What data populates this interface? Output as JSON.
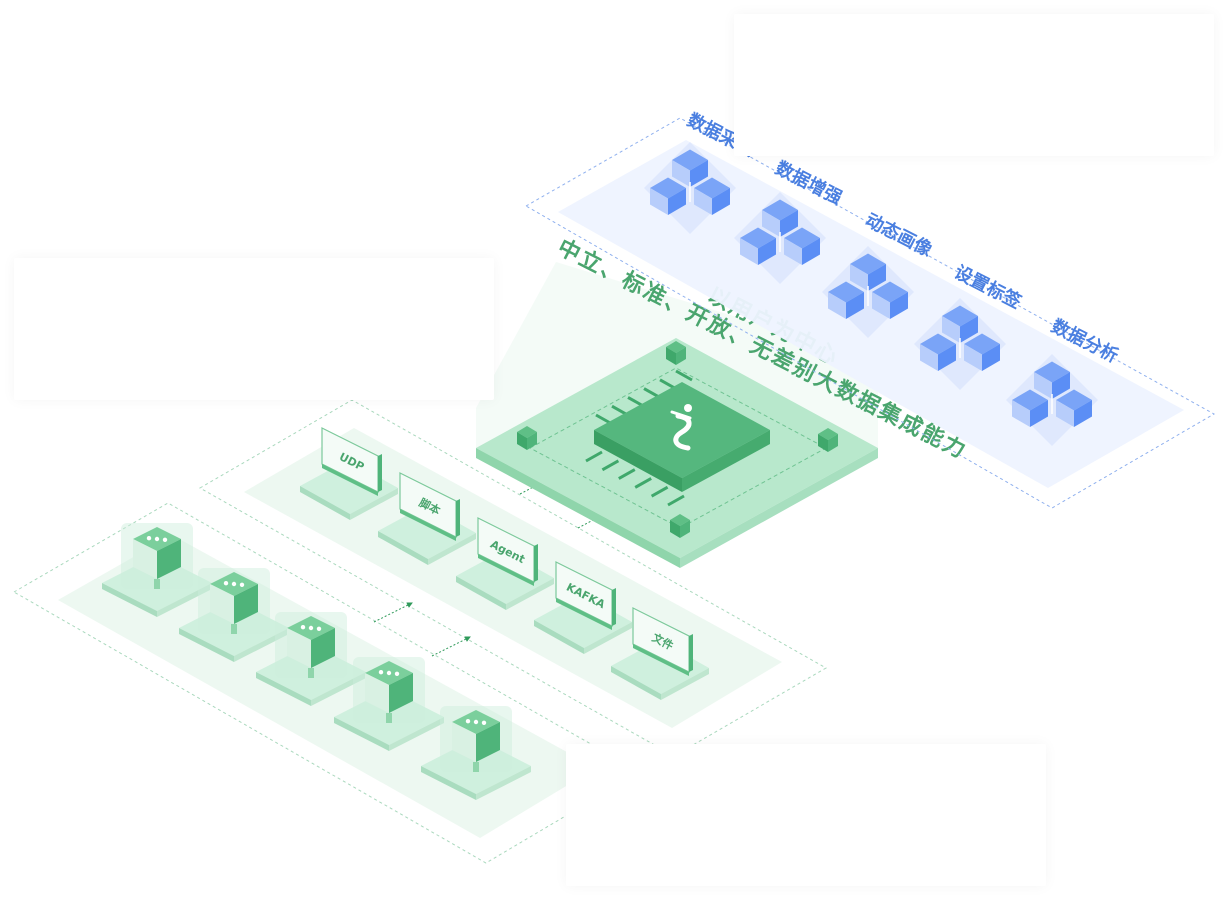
{
  "colors": {
    "green": "#4fb47a",
    "green_dark": "#36a163",
    "green_light": "#cbeedb",
    "green_pale": "#eaf7ef",
    "blue": "#5b8ef5",
    "blue_pale": "#eef3ff",
    "caption_green": "#4aa56e",
    "caption_blue": "#4a7fe0"
  },
  "top_layer": {
    "captions": [
      "数据采集",
      "数据增强",
      "动态画像",
      "设置标签",
      "数据分析"
    ],
    "icon": "blue-cubes-icon"
  },
  "slogan": {
    "line1": "中立、标准、开放、无差别大数据集成能力",
    "line2": "以用户为中心"
  },
  "core": {
    "icon": "dancer-logo-icon"
  },
  "middle_layer": {
    "channels": [
      "UDP",
      "脚本",
      "Agent",
      "KAFKA",
      "文件"
    ]
  },
  "bottom_layer": {
    "devices": [
      "server-icon",
      "server-icon",
      "server-icon",
      "server-icon",
      "server-icon"
    ]
  }
}
